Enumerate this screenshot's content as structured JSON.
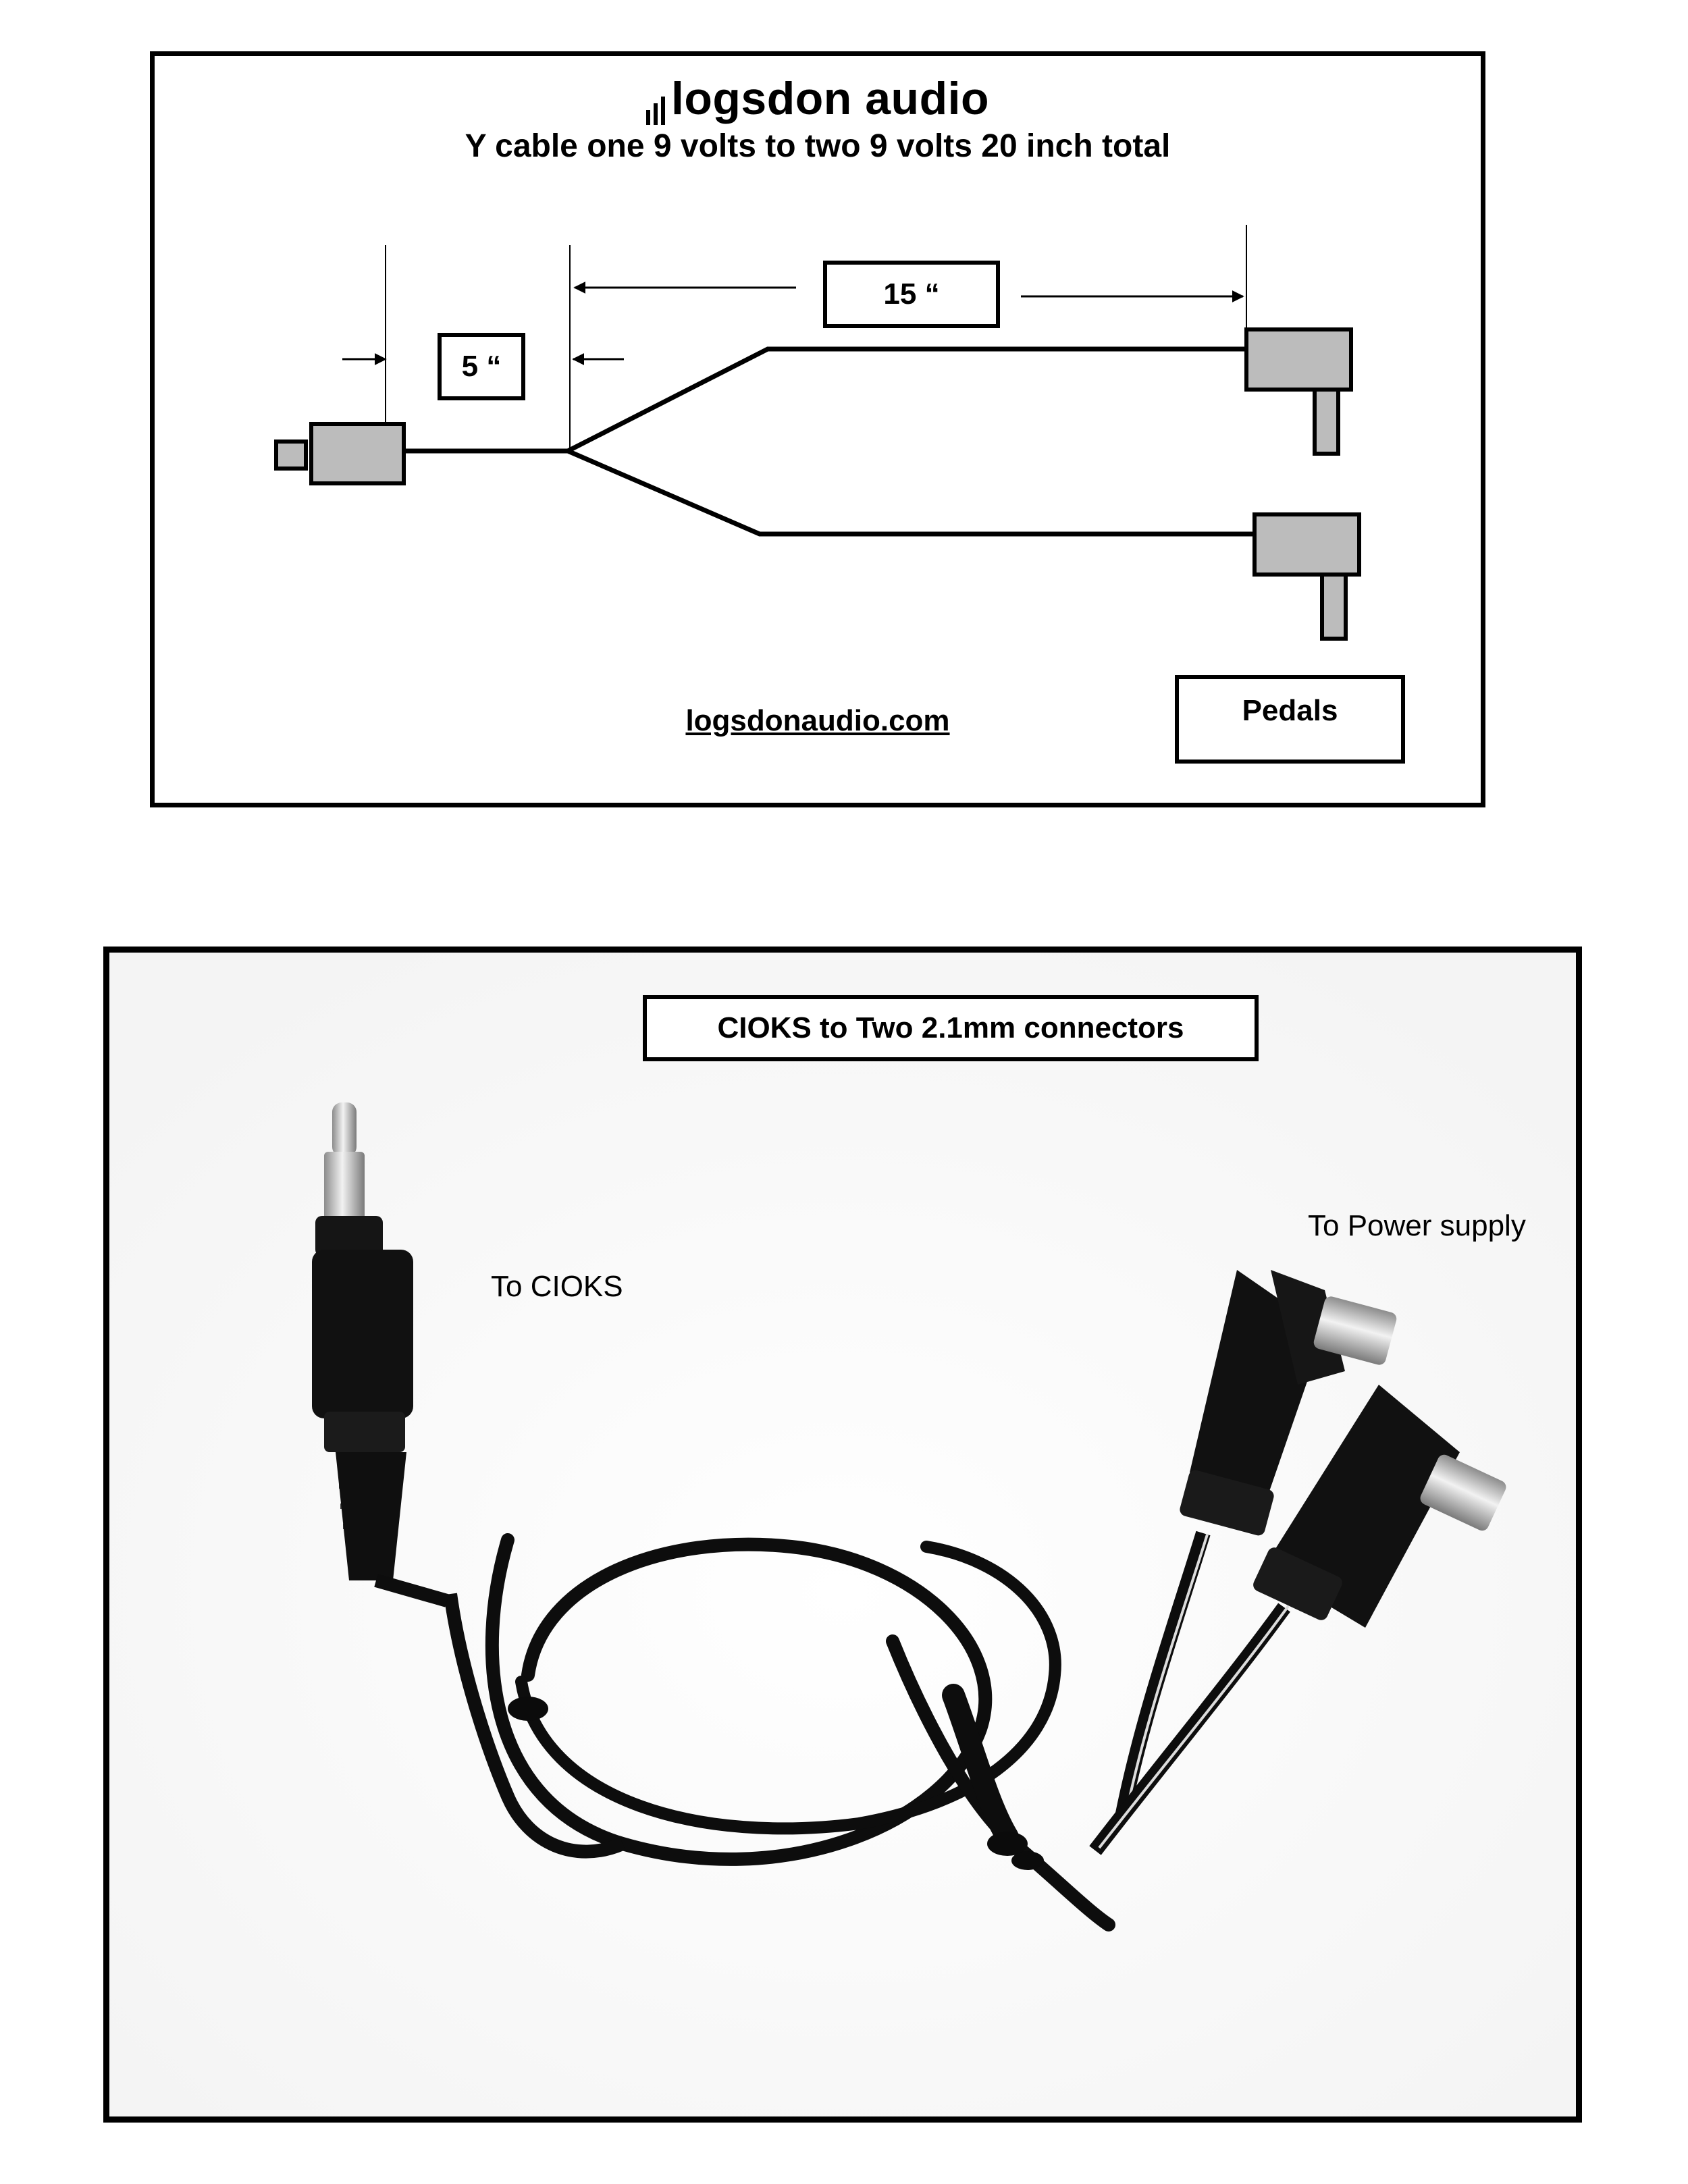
{
  "diagram": {
    "brand": "logsdon audio",
    "subtitle": "Y cable one 9 volts to two 9 volts 20 inch total",
    "dimension_short": "5 “",
    "dimension_long": "15 “",
    "url": "logsdonaudio.com",
    "pedals_label": "Pedals"
  },
  "photo": {
    "title": "CIOKS to Two 2.1mm connectors",
    "label_left": "To CIOKS",
    "label_right": "To Power supply"
  },
  "colors": {
    "connector_fill": "#bcbcbc",
    "outline": "#000000",
    "background": "#ffffff"
  }
}
